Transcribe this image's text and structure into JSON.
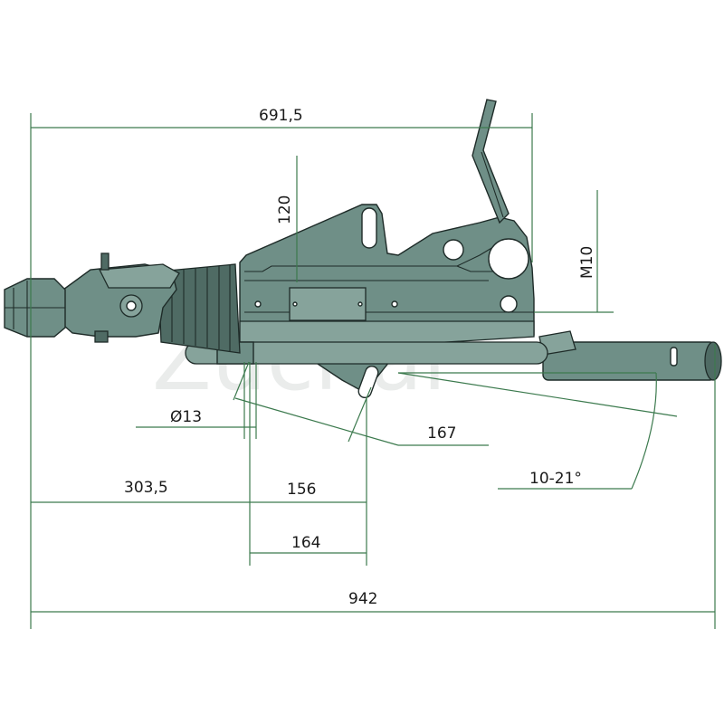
{
  "watermark": "Zuchar",
  "dimensions": {
    "overall_length": "942",
    "top_length": "691,5",
    "height_offset": "120",
    "thread": "M10",
    "bolt_diameter": "Ø13",
    "hole_offset": "167",
    "front_to_bolt": "303,5",
    "bolt_spacing_a": "156",
    "bolt_spacing_b": "164",
    "angle_range": "10-21°"
  },
  "colors": {
    "dimension_lines": "#3c7a4e",
    "part_fill": "#6f8f87",
    "outline": "#1e2b28"
  }
}
